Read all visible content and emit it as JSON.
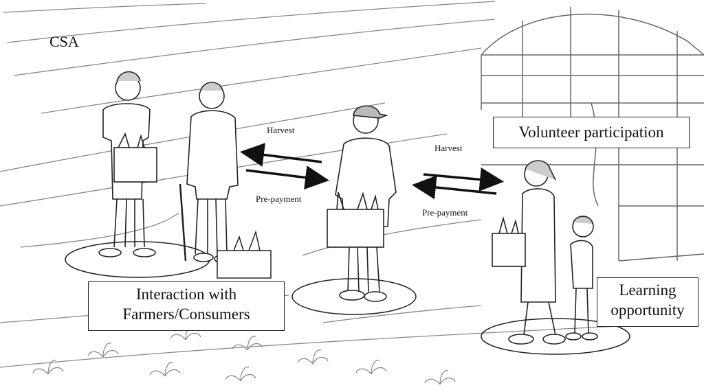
{
  "title": "CSA",
  "arrows": {
    "left_top": "Harvest",
    "left_bottom": "Pre-payment",
    "right_top": "Harvest",
    "right_bottom": "Pre-payment"
  },
  "boxes": {
    "volunteer": "Volunteer participation",
    "interaction_line1": "Interaction with",
    "interaction_line2": "Farmers/Consumers",
    "learning_line1": "Learning",
    "learning_line2": "opportunity"
  }
}
